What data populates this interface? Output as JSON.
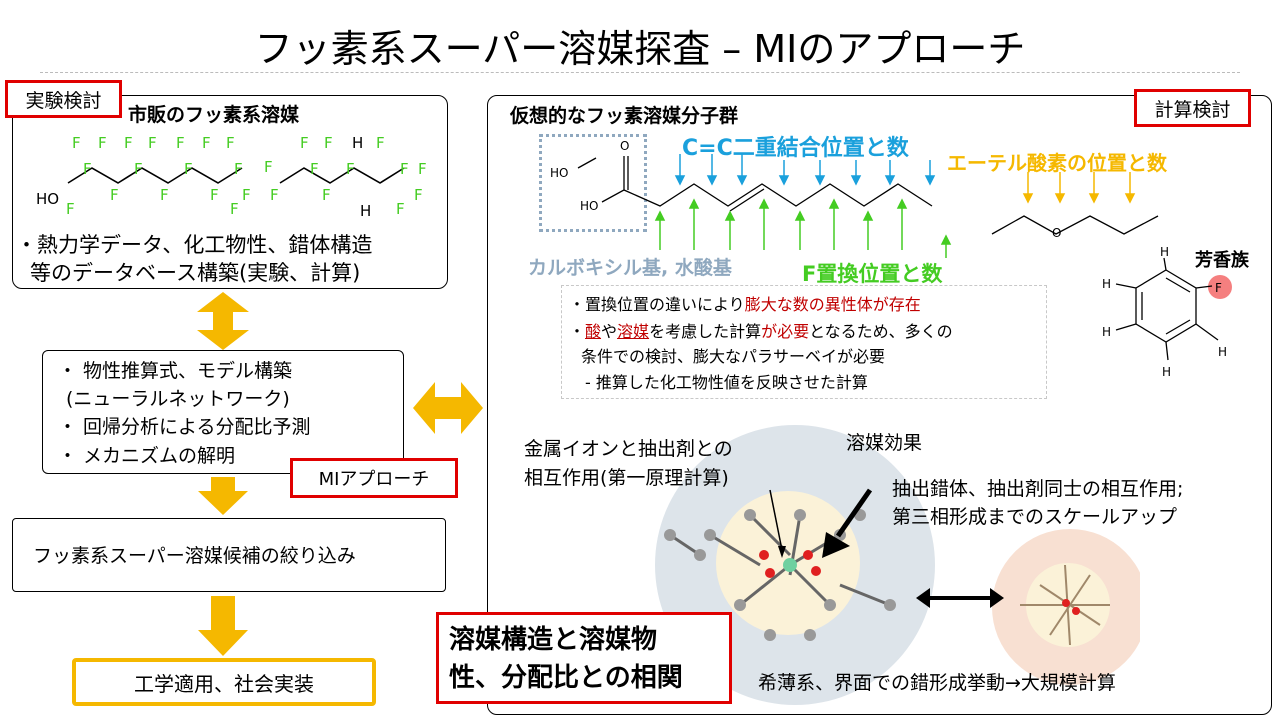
{
  "title": "フッ素系スーパー溶媒探査 – MIのアプローチ",
  "left": {
    "tag_experiment": "実験検討",
    "box1_heading": "市販のフッ素系溶媒",
    "box1_line1": "・熱力学データ、化工物性、錯体構造",
    "box1_line2": "等のデータベース構築(実験、計算)",
    "box2_line1": "・ 物性推算式、モデル構築",
    "box2_line2": "(ニューラルネットワーク)",
    "box2_line3": "・ 回帰分析による分配比予測",
    "box2_line4": "・ メカニズムの解明",
    "tag_mi": "MIアプローチ",
    "box3": "フッ素系スーパー溶媒候補の絞り込み",
    "box4": "工学適用、社会実装"
  },
  "molecule1": {
    "ho": "HO",
    "f": "F"
  },
  "molecule2": {
    "h": "H",
    "f": "F"
  },
  "right": {
    "tag_calc": "計算検討",
    "heading": "仮想的なフッ素溶媒分子群",
    "cc_label": "C=C二重結合位置と数",
    "ether_label": "エーテル酸素の位置と数",
    "carboxyl_label": "カルボキシル基, 水酸基",
    "f_label": "F置換位置と数",
    "aromatic_label": "芳香族",
    "mol_ho": "HO",
    "mol_o": "O",
    "mol_h": "H",
    "mol_f": "F",
    "note1_pre": "・置換位置の違いにより",
    "note1_red": "膨大な数の異性体が存在",
    "note2_dot": "・",
    "note2_r1": "酸",
    "note2_m1": "や",
    "note2_r2": "溶媒",
    "note2_m2": "を考慮した計算",
    "note2_r3": "が必要",
    "note2_post": "となるため、多くの",
    "note3": "条件での検討、膨大なパラサーベイが必要",
    "note4": "- 推算した化工物性値を反映させた計算",
    "label_metal1": "金属イオンと抽出剤との",
    "label_metal2": "相互作用(第一原理計算)",
    "label_solvent": "溶媒効果",
    "label_extract1": "抽出錯体、抽出剤同士の相互作用;",
    "label_extract2": "第三相形成までのスケールアップ",
    "bottom_red1": "溶媒構造と溶媒物",
    "bottom_red2": "性、分配比との相関",
    "label_dilute": "希薄系、界面での錯形成挙動→大規模計算"
  },
  "colors": {
    "red": "#e00000",
    "orange": "#f5b800",
    "green": "#44cc22",
    "blue": "#1aa0dc",
    "gray": "#8fa8bf",
    "darkred": "#c00000"
  }
}
